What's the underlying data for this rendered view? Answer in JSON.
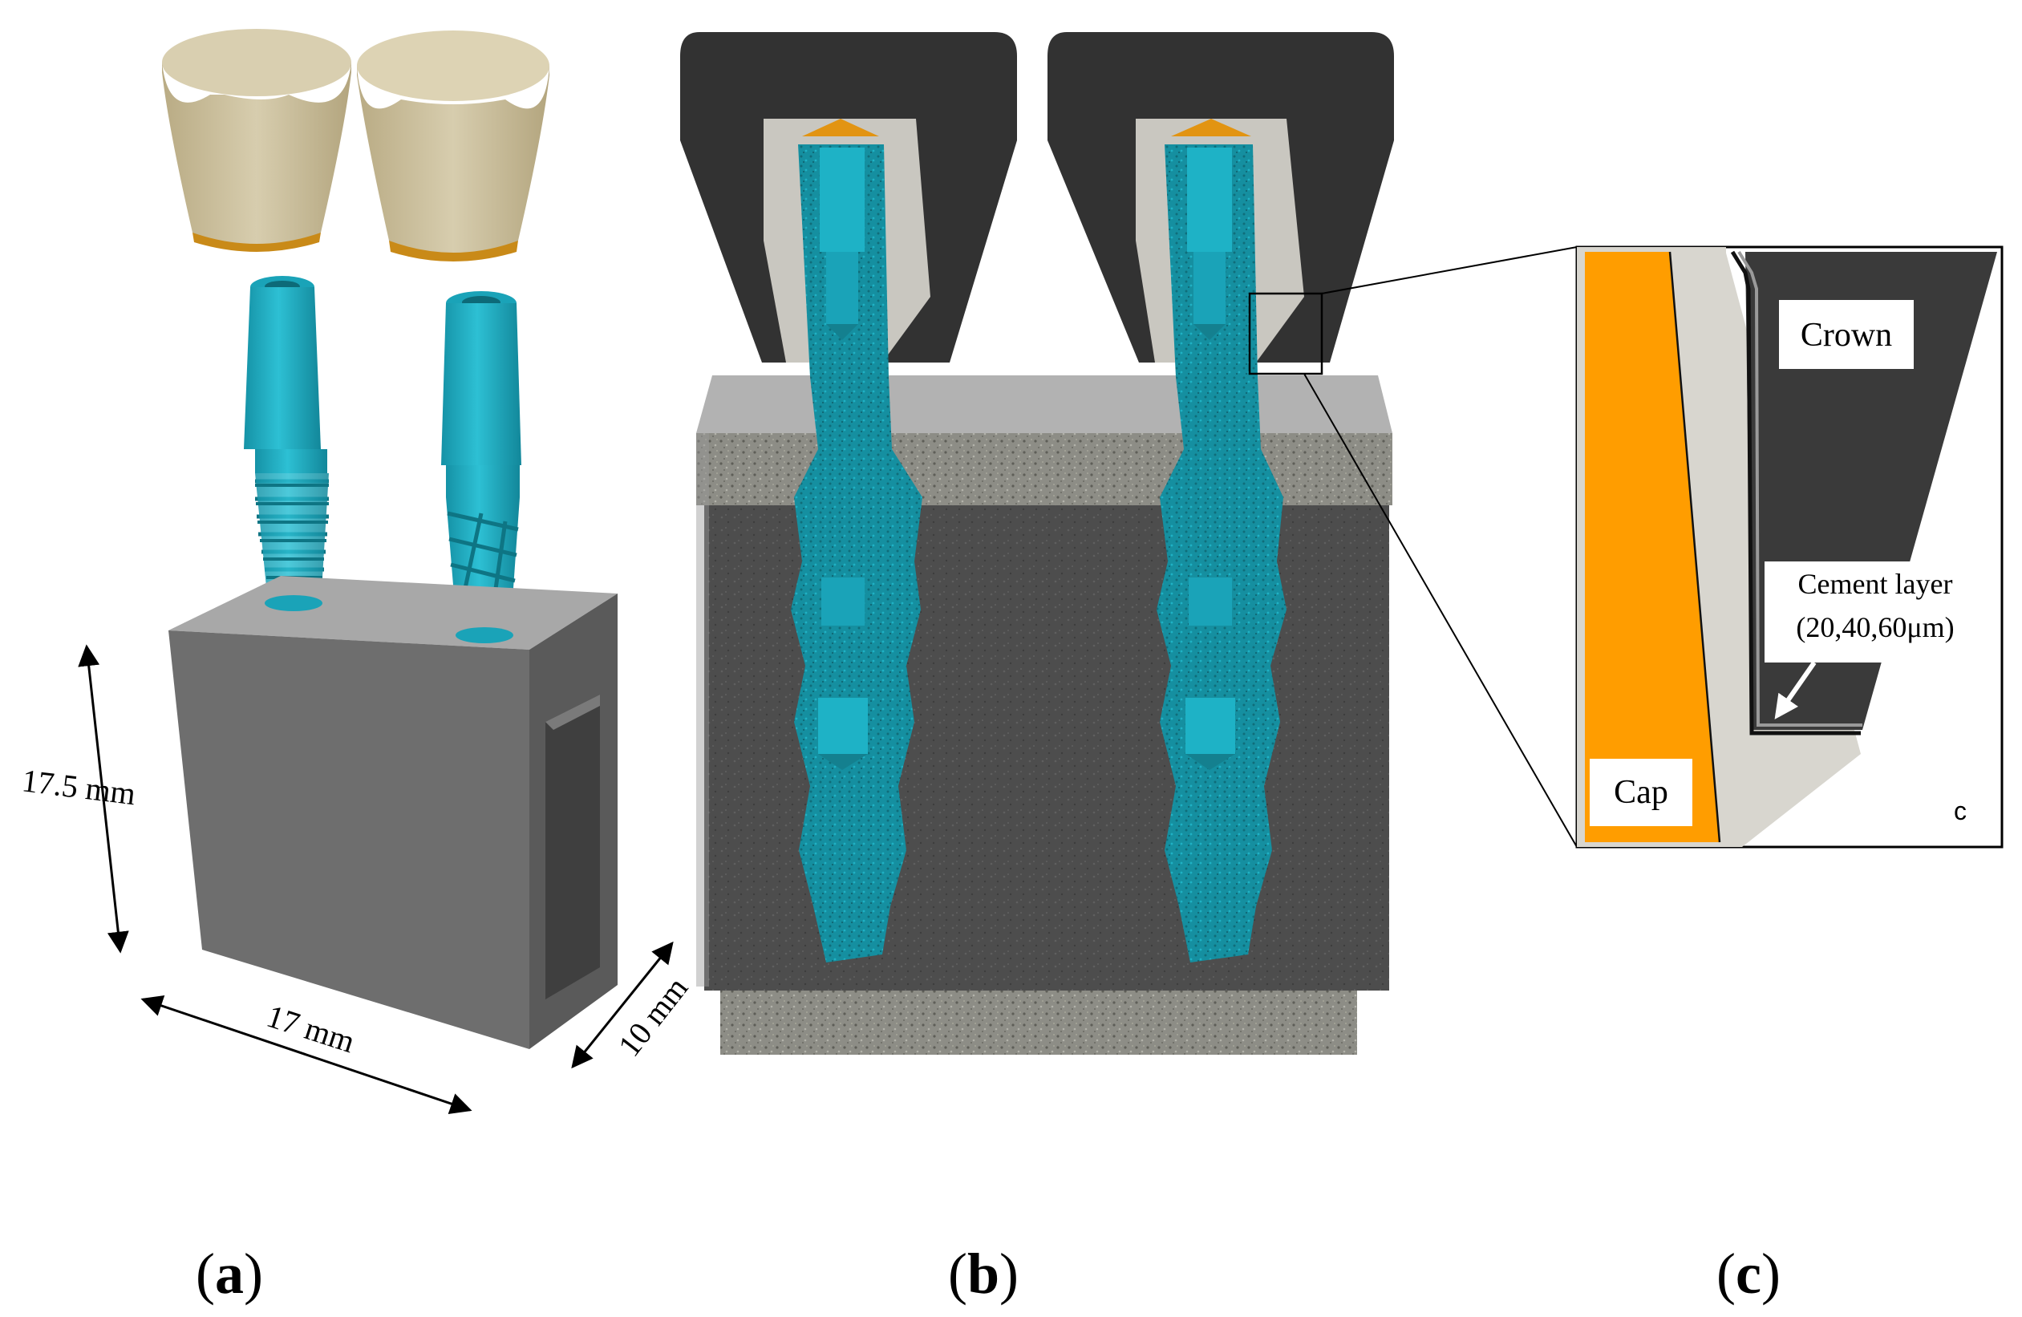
{
  "panels": {
    "a": {
      "label_open": "(",
      "letter": "a",
      "label_close": ")"
    },
    "b": {
      "label_open": "(",
      "letter": "b",
      "label_close": ")"
    },
    "c": {
      "label_open": "(",
      "letter": "c",
      "label_close": ")"
    }
  },
  "dimensions": {
    "height": "17.5 mm",
    "width": "17 mm",
    "depth": "10 mm"
  },
  "detail": {
    "crown_label": "Crown",
    "cap_label": "Cap",
    "cement_label_line1": "Cement layer",
    "cement_label_line2": "(20,40,60μm)",
    "corner_mark": "c"
  },
  "colors": {
    "crown_beige": "#cbbf9c",
    "implant_cyan": "#1aa3b8",
    "block_gray": "#6f6f6f",
    "crown_dark": "#3a3a3a",
    "cap_orange": "#ff9d00",
    "bone_texture": "#7a7a73"
  }
}
